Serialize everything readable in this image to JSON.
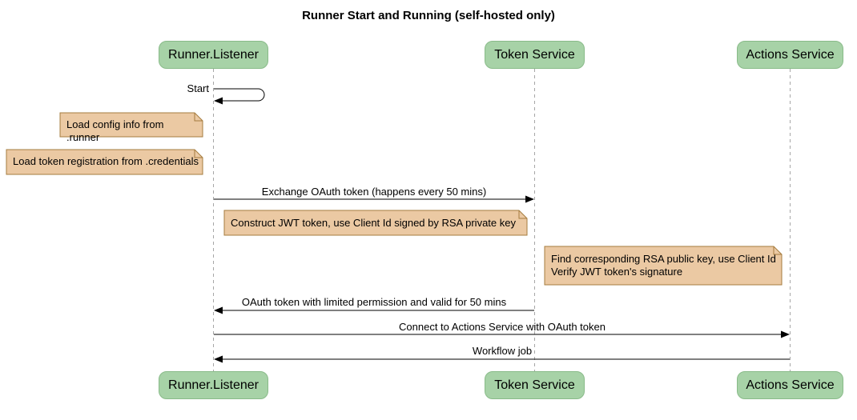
{
  "title": "Runner Start and Running (self-hosted only)",
  "participants": [
    {
      "label": "Runner.Listener"
    },
    {
      "label": "Token Service"
    },
    {
      "label": "Actions Service"
    }
  ],
  "messages": [
    {
      "label": "Start",
      "from": "Runner.Listener",
      "to": "Runner.Listener",
      "type": "self"
    },
    {
      "label": "Exchange OAuth token (happens every 50 mins)",
      "from": "Runner.Listener",
      "to": "Token Service",
      "type": "solid-arrow"
    },
    {
      "label": "OAuth token with limited permission and valid for 50 mins",
      "from": "Token Service",
      "to": "Runner.Listener",
      "type": "solid-arrow"
    },
    {
      "label": "Connect to Actions Service with OAuth token",
      "from": "Runner.Listener",
      "to": "Actions Service",
      "type": "solid-arrow"
    },
    {
      "label": "Workflow job",
      "from": "Actions Service",
      "to": "Runner.Listener",
      "type": "solid-arrow"
    }
  ],
  "notes": [
    {
      "text": "Load config info from .runner"
    },
    {
      "text": "Load token registration from .credentials"
    },
    {
      "text": "Construct JWT token, use Client Id signed by RSA private key"
    },
    {
      "text": "Find corresponding RSA public key, use Client Id\nVerify JWT token's signature"
    }
  ],
  "colors": {
    "participant_fill": "#A7D2A7",
    "participant_border": "#89BB89",
    "note_fill": "#EBC9A3",
    "note_border": "#A67C3F",
    "lifeline": "#A6A6A6",
    "arrow": "#000000",
    "text": "#000000",
    "background": "#FFFFFF"
  }
}
